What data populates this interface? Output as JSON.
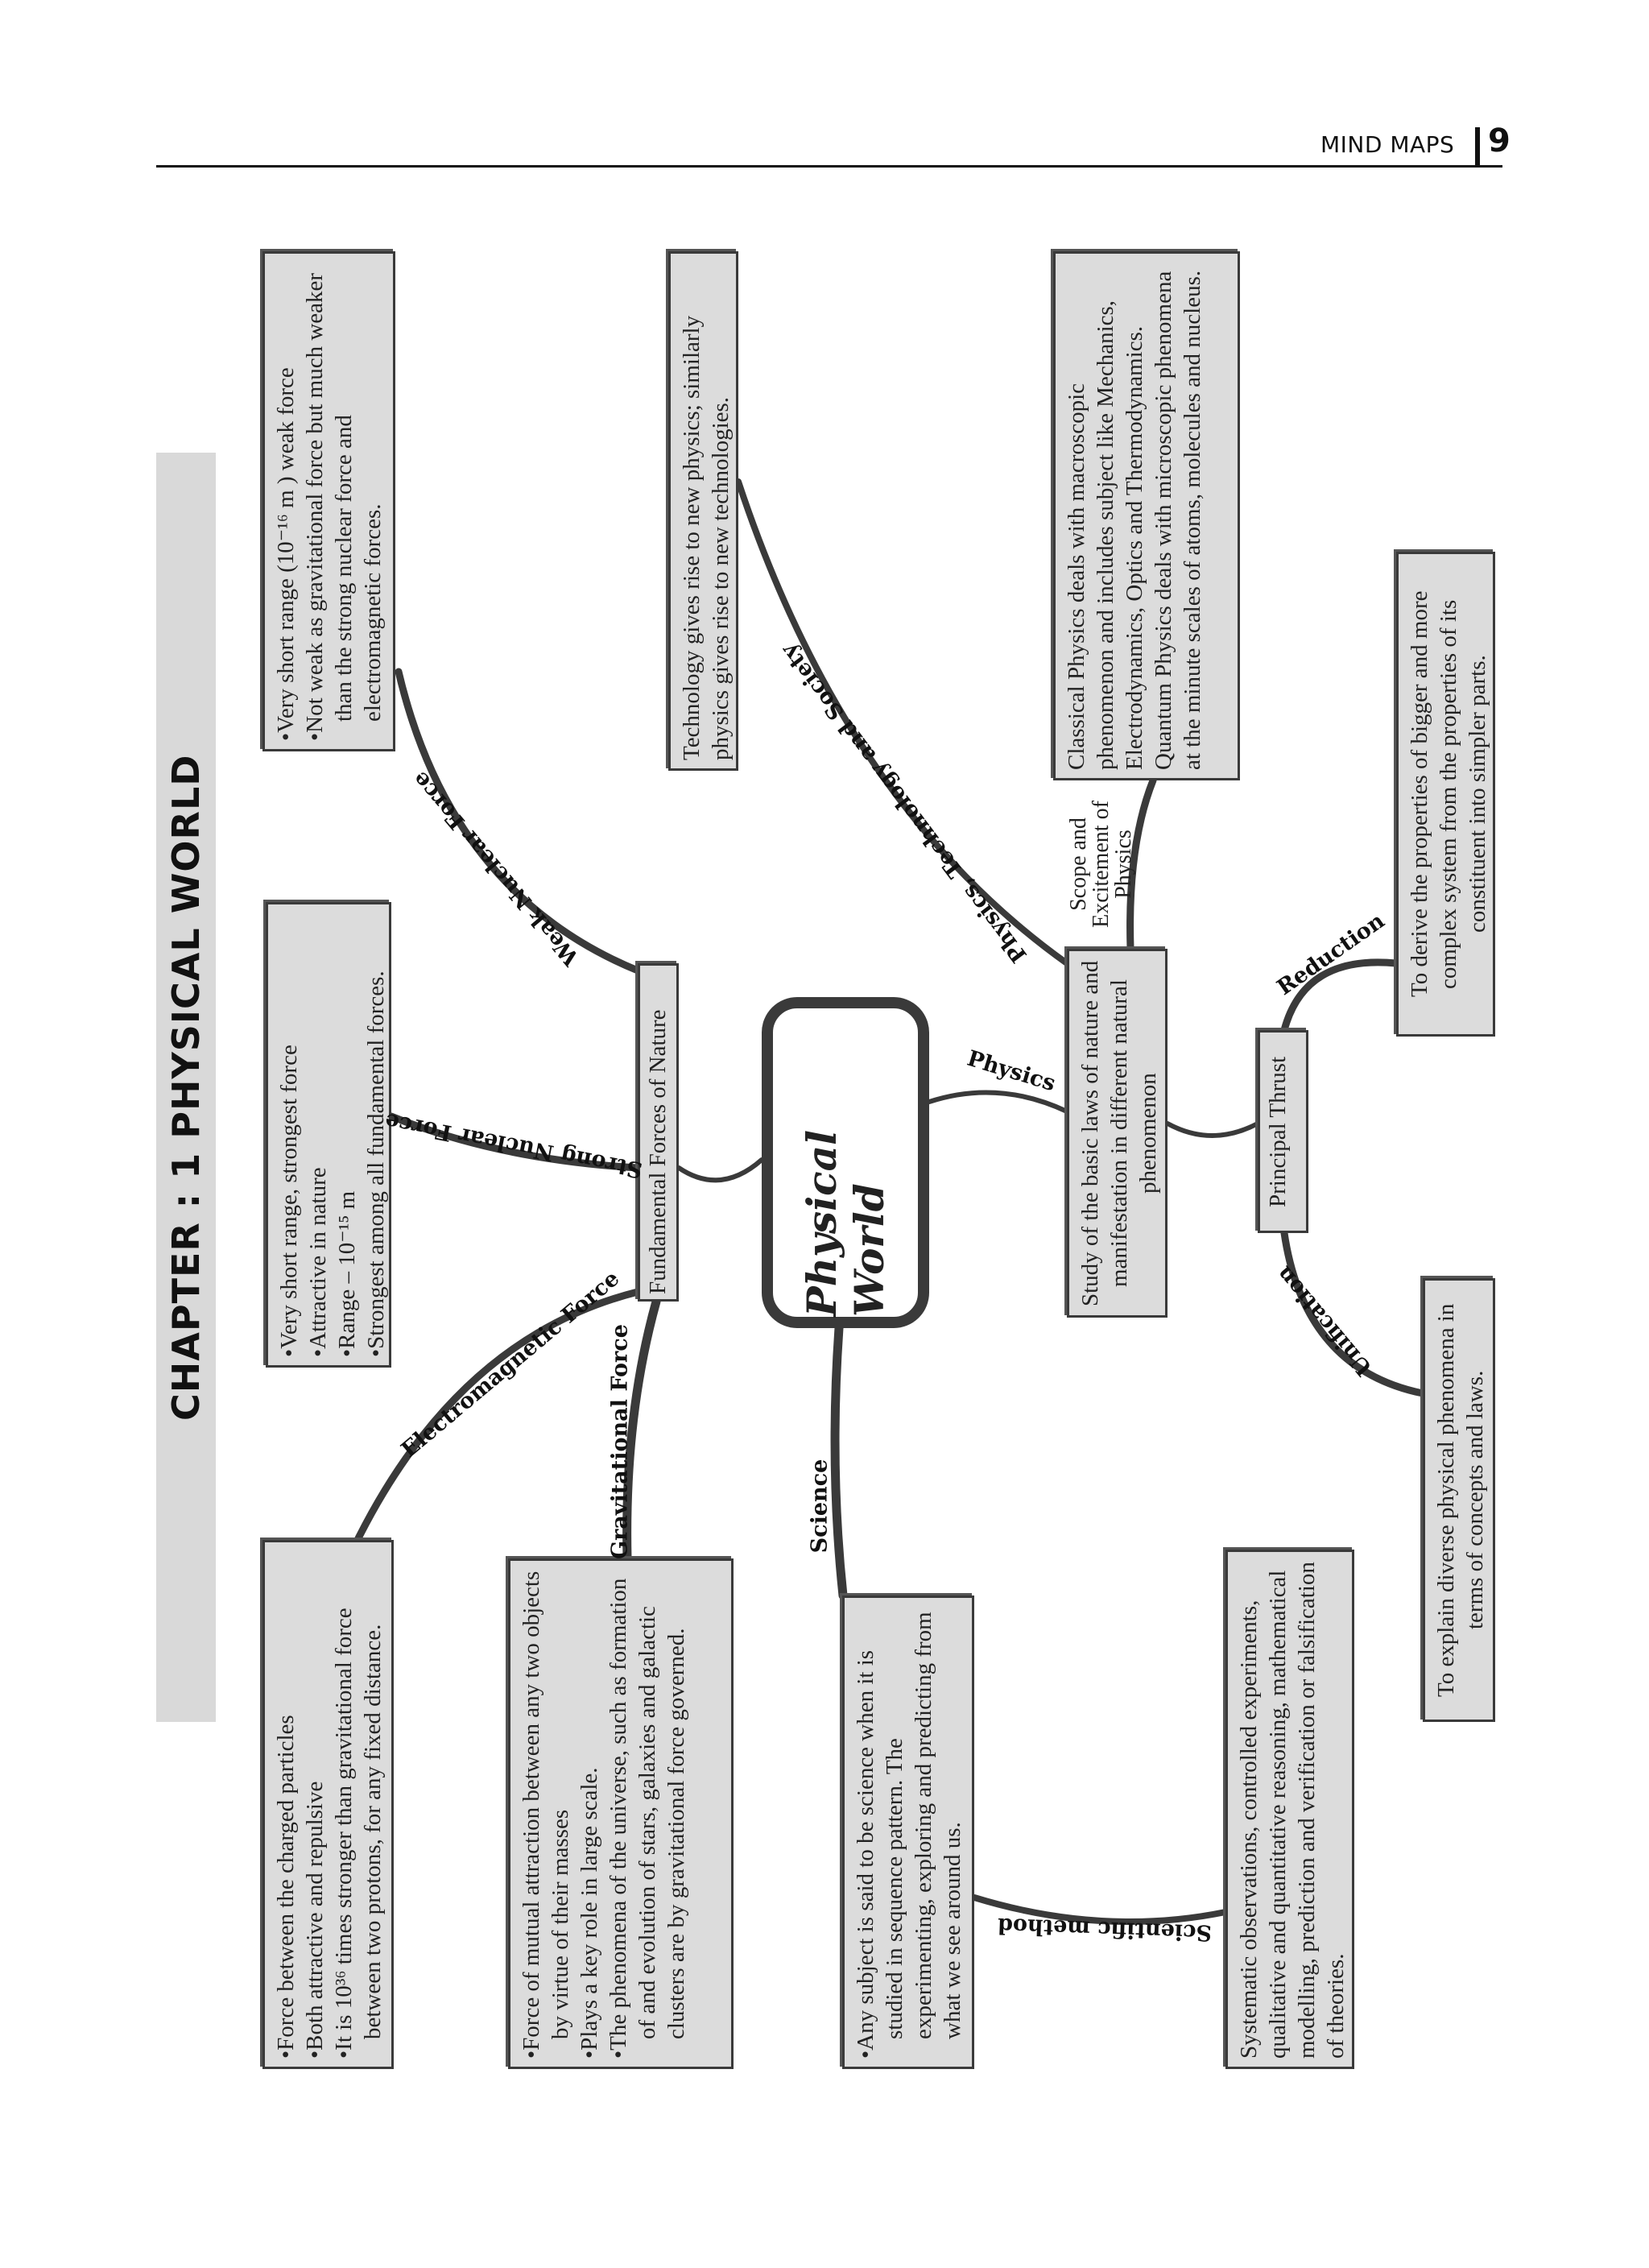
{
  "header": {
    "section": "MIND MAPS",
    "page_number": "9"
  },
  "chapter_title": "CHAPTER : 1 PHYSICAL WORLD",
  "central_node": "Physical World",
  "nodes": {
    "fundamental_forces": "Fundamental Forces of Nature",
    "study": "Study of the basic laws of nature and manifestation in different natural phenomenon",
    "principal_thrust": "Principal Thrust"
  },
  "branch_labels": {
    "weak": "Weak Nuclear Force",
    "strong": "Strong Nuclear Force",
    "electromagnetic": "Electromagnetic Force",
    "gravitational": "Gravitational Force",
    "science": "Science",
    "physics": "Physics",
    "pts": "Physics, Technology and Society",
    "scope": [
      "Scope and",
      "Excitement of",
      "Physics"
    ],
    "reduction": "Reduction",
    "unification": "Unification",
    "scientific_method": "Scientific method"
  },
  "boxes": {
    "weak": [
      "Very short range (10⁻¹⁶ m ) weak force",
      "Not weak as gravitational force but much weaker than the strong nuclear force and electromagnetic forces."
    ],
    "strong": [
      "Very short range, strongest force",
      "Attractive in nature",
      "Range – 10⁻¹⁵ m",
      "Strongest among all fundamental forces."
    ],
    "electromagnetic": [
      "Force between the charged particles",
      "Both attractive and repulsive",
      "It is 10³⁶ times stronger than gravitational force between two protons, for any fixed distance."
    ],
    "gravitational": [
      "Force of mutual attraction between any two objects by virtue of their masses",
      "Plays a key role in large scale.",
      "The phenomena of the universe, such as formation of and evolution of stars, galaxies and galactic clusters are by gravitational force governed."
    ],
    "science": [
      "Any subject is said to be science when it is studied in sequence pattern. The experimenting, exploring and predicting from what we see around us."
    ],
    "scientific_method": "Systematic observations, controlled experiments, qualitative and quantitative reasoning, mathematical modelling, prediction and verification or falsification of theories.",
    "technology": "Technology gives rise to new physics; similarly physics gives rise to new technologies.",
    "classical": "Classical Physics deals with macroscopic phenomenon and includes subject like Mechanics, Electrodynamics, Optics and Thermodynamics. Quantum Physics deals with microscopic phenomena at the minute scales of atoms, molecules and nucleus.",
    "reduction": "To derive the properties of bigger and more complex system from the properties of its constituent into simpler parts.",
    "unification": "To explain diverse physical phenomena in terms of concepts and laws."
  },
  "colors": {
    "box_fill": "#dcdcdc",
    "line": "#3a3a3a",
    "banner": "#d9d9d9"
  }
}
